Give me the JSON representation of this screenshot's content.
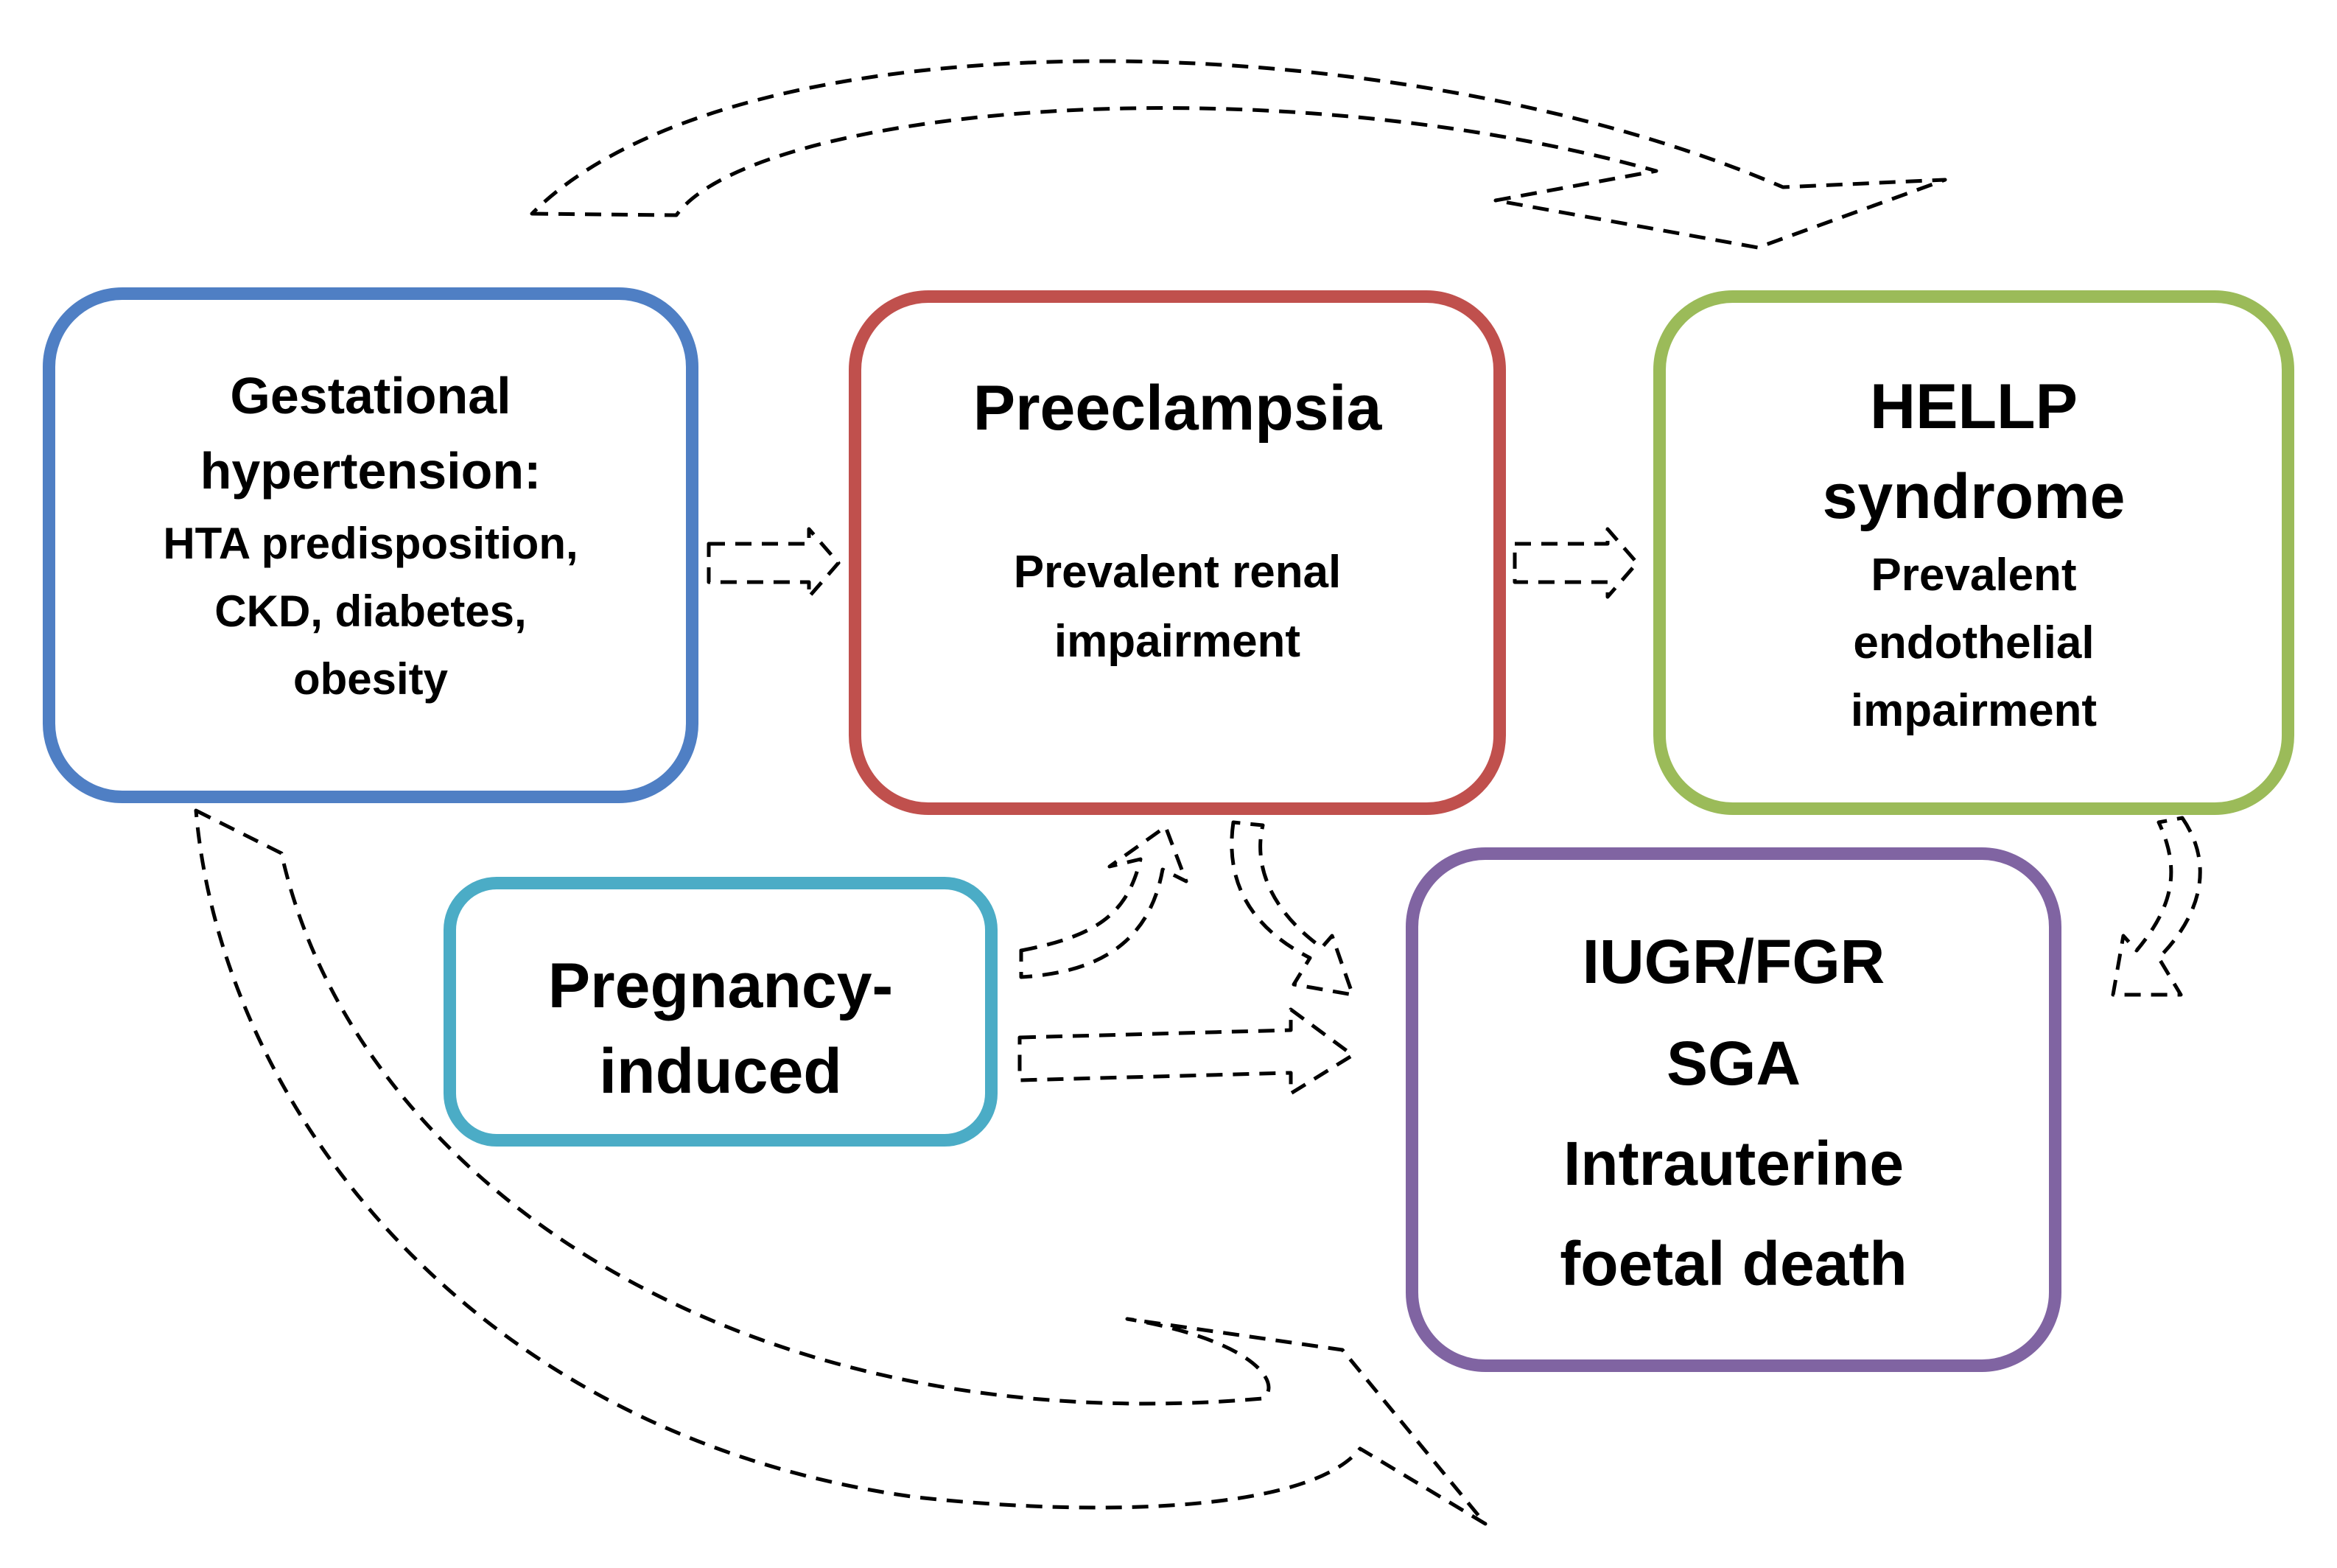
{
  "colors": {
    "gestational": "#4f7fc4",
    "preeclampsia": "#c0504d",
    "hellp": "#9bbb59",
    "pregnancy": "#4bacc6",
    "iugr": "#8064a2",
    "arrow": "#000000"
  },
  "boxes": {
    "gestational": {
      "title_lines": [
        "Gestational",
        "hypertension:"
      ],
      "detail_lines": [
        "HTA predisposition,",
        "CKD, diabetes,",
        "obesity"
      ]
    },
    "preeclampsia": {
      "title_lines": [
        "Preeclampsia"
      ],
      "detail_lines": [
        "Prevalent renal",
        "impairment"
      ]
    },
    "hellp": {
      "title_lines": [
        "HELLP",
        "syndrome"
      ],
      "detail_lines": [
        "Prevalent",
        "endothelial",
        "impairment"
      ]
    },
    "pregnancy_induced": {
      "title_lines": [
        "Pregnancy-",
        "induced"
      ]
    },
    "outcomes": {
      "title_lines": [
        "IUGR/FGR",
        "SGA",
        "Intrauterine",
        "foetal death"
      ]
    }
  },
  "arrows": [
    {
      "from": "gestational",
      "to": "preeclampsia",
      "style": "dashed-outline"
    },
    {
      "from": "preeclampsia",
      "to": "hellp",
      "style": "dashed-outline"
    },
    {
      "from": "gestational",
      "to": "hellp",
      "style": "dashed-outline-curved"
    },
    {
      "from": "gestational",
      "to": "outcomes",
      "style": "dashed-outline-curved"
    },
    {
      "from": "pregnancy_induced",
      "to": "preeclampsia",
      "style": "dashed-outline-curved"
    },
    {
      "from": "pregnancy_induced",
      "to": "outcomes",
      "style": "dashed-outline"
    },
    {
      "from": "preeclampsia",
      "to": "outcomes",
      "style": "dashed-outline-curved"
    },
    {
      "from": "hellp",
      "to": "outcomes",
      "style": "dashed-outline-curved"
    }
  ]
}
